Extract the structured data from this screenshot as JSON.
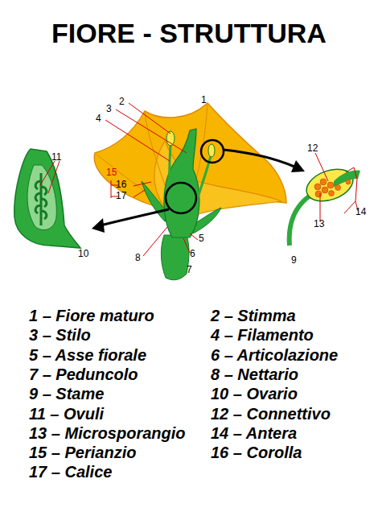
{
  "diagram": {
    "title": "FIORE - STRUTTURA",
    "labels": [
      "1",
      "2",
      "3",
      "4",
      "12",
      "11",
      "15",
      "16",
      "17",
      "14",
      "13",
      "5",
      "10",
      "6",
      "8",
      "7",
      "9",
      "1 – Fiore maturo",
      "2 – Stimma",
      "3 – Stilo",
      "4 – Filamento",
      "5 – Asse fiorale",
      "6 – Articolazione",
      "7 – Peduncolo",
      "8 – Nettario",
      "9 – Stame",
      "10 – Ovario",
      "11 – Ovuli",
      "12 – Connettivo",
      "13 – Microsporangio",
      "14 – Antera",
      "15 – Perianzio",
      "16 – Corolla",
      "17 – Calice"
    ]
  }
}
